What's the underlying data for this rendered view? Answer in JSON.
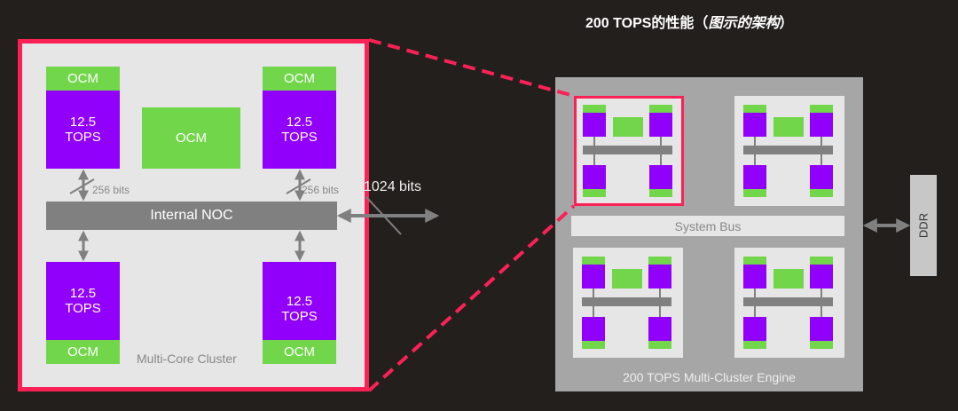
{
  "title": {
    "main": "200 TOPS的性能",
    "paren_open": "（",
    "italic": "图示的架构",
    "paren_close": "）"
  },
  "cluster": {
    "name": "Multi-Core Cluster",
    "core_label_line1": "12.5",
    "core_label_line2": "TOPS",
    "ocm_label": "OCM",
    "noc_label": "Internal NOC",
    "core_link_width": "256 bits",
    "external_link_width": "1024 bits"
  },
  "engine": {
    "name": "200 TOPS Multi-Cluster Engine",
    "bus_label": "System Bus",
    "memory_label": "DDR",
    "cluster_count": 4
  },
  "colors": {
    "highlight": "#fb2156",
    "core": "#9100fb",
    "ocm": "#72d64a",
    "noc": "#808080",
    "background": "#231f1c"
  }
}
